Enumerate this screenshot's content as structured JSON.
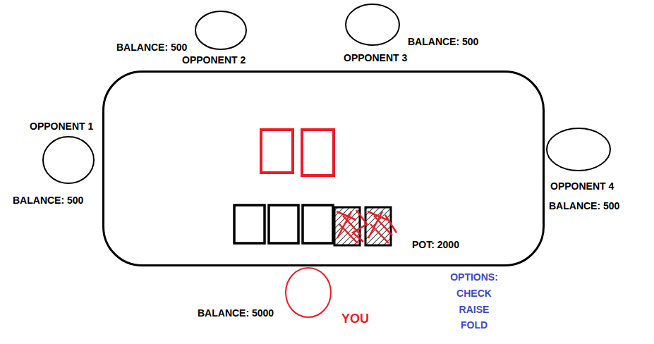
{
  "diagram": {
    "nodes": [
      {
        "text": [
          "OPPONENT 1",
          "BALANCE: 500"
        ]
      },
      {
        "text": [
          "OPPONENT 2",
          "BALANCE: 500"
        ]
      },
      {
        "text": [
          "OPPONENT 3",
          "BALANCE: 500"
        ]
      },
      {
        "text": [
          "OPPONENT 4",
          "BALANCE: 500"
        ]
      },
      {
        "text": [
          "POT: 2000"
        ]
      },
      {
        "text": [
          "BALANCE: 5000",
          "YOU"
        ]
      }
    ],
    "labels": [
      "OPTIONS:",
      "CHECK",
      "RAISE",
      "FOLD"
    ]
  }
}
